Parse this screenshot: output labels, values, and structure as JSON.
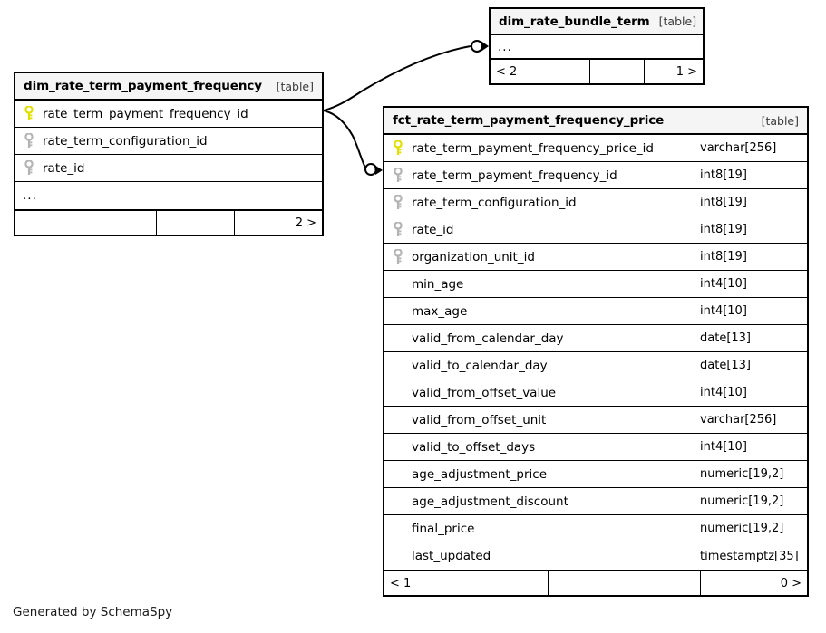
{
  "diagram": {
    "tool": "SchemaSpy",
    "footer_text": "Generated by SchemaSpy",
    "background": "#ffffff",
    "line_color": "#000000",
    "header_fill": "#f5f5f5",
    "primary_key_color": "#e8e800",
    "foreign_key_color": "#b4b4b4"
  },
  "tables": [
    {
      "id": "dim_rate_term_payment_frequency",
      "title": "dim_rate_term_payment_frequency",
      "kind": "[table]",
      "columns": [
        {
          "name": "rate_term_payment_frequency_id",
          "type": "",
          "key": "primary"
        },
        {
          "name": "rate_term_configuration_id",
          "type": "",
          "key": "foreign"
        },
        {
          "name": "rate_id",
          "type": "",
          "key": "foreign"
        },
        {
          "name": "...",
          "type": "",
          "key": "none"
        }
      ],
      "footer": {
        "left": "",
        "middle": "",
        "right": "2 >"
      }
    },
    {
      "id": "dim_rate_bundle_term",
      "title": "dim_rate_bundle_term",
      "kind": "[table]",
      "columns": [
        {
          "name": "...",
          "type": "",
          "key": "none"
        }
      ],
      "footer": {
        "left": "< 2",
        "middle": "",
        "right": "1 >"
      }
    },
    {
      "id": "fct_rate_term_payment_frequency_price",
      "title": "fct_rate_term_payment_frequency_price",
      "kind": "[table]",
      "columns": [
        {
          "name": "rate_term_payment_frequency_price_id",
          "type": "varchar[256]",
          "key": "primary"
        },
        {
          "name": "rate_term_payment_frequency_id",
          "type": "int8[19]",
          "key": "foreign"
        },
        {
          "name": "rate_term_configuration_id",
          "type": "int8[19]",
          "key": "foreign"
        },
        {
          "name": "rate_id",
          "type": "int8[19]",
          "key": "foreign"
        },
        {
          "name": "organization_unit_id",
          "type": "int8[19]",
          "key": "foreign"
        },
        {
          "name": "min_age",
          "type": "int4[10]",
          "key": "none"
        },
        {
          "name": "max_age",
          "type": "int4[10]",
          "key": "none"
        },
        {
          "name": "valid_from_calendar_day",
          "type": "date[13]",
          "key": "none"
        },
        {
          "name": "valid_to_calendar_day",
          "type": "date[13]",
          "key": "none"
        },
        {
          "name": "valid_from_offset_value",
          "type": "int4[10]",
          "key": "none"
        },
        {
          "name": "valid_from_offset_unit",
          "type": "varchar[256]",
          "key": "none"
        },
        {
          "name": "valid_to_offset_days",
          "type": "int4[10]",
          "key": "none"
        },
        {
          "name": "age_adjustment_price",
          "type": "numeric[19,2]",
          "key": "none"
        },
        {
          "name": "age_adjustment_discount",
          "type": "numeric[19,2]",
          "key": "none"
        },
        {
          "name": "final_price",
          "type": "numeric[19,2]",
          "key": "none"
        },
        {
          "name": "last_updated",
          "type": "timestamptz[35]",
          "key": "none"
        }
      ],
      "footer": {
        "left": "< 1",
        "middle": "",
        "right": "0 >"
      }
    }
  ],
  "relationships": [
    {
      "id": "rel-dim-freq-to-bundle-term",
      "from_table": "dim_rate_term_payment_frequency",
      "from_column": "rate_term_payment_frequency_id",
      "to_table": "dim_rate_bundle_term",
      "to_column": "...",
      "cardinality": "zero-or-more"
    },
    {
      "id": "rel-dim-freq-to-fct-price",
      "from_table": "dim_rate_term_payment_frequency",
      "from_column": "rate_term_payment_frequency_id",
      "to_table": "fct_rate_term_payment_frequency_price",
      "to_column": "rate_term_payment_frequency_id",
      "cardinality": "zero-or-more"
    }
  ]
}
